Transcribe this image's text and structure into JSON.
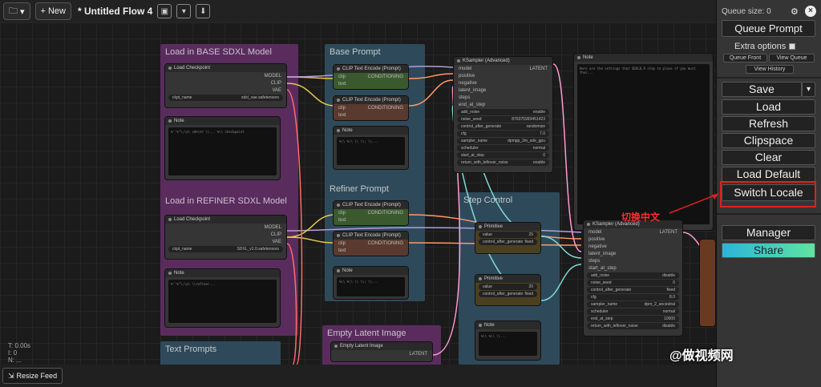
{
  "topbar": {
    "new_label": "New",
    "flow_title": "* Untitled Flow 4"
  },
  "groups": [
    {
      "title": "Load in BASE SDXL Model",
      "color": "#5a2c5e"
    },
    {
      "title": "Base Prompt",
      "color": "#2e4a5a"
    },
    {
      "title": "Load in REFINER SDXL Model",
      "color": "#5a2c5e"
    },
    {
      "title": "Refiner Prompt",
      "color": "#2e4a5a"
    },
    {
      "title": "Step Control",
      "color": "#2e4a5a"
    },
    {
      "title": "Empty Latent Image",
      "color": "#5a2c5e"
    },
    {
      "title": "Text Prompts",
      "color": "#2e4a5a"
    }
  ],
  "nodes": {
    "ckpt1": {
      "title": "Load Checkpoint",
      "outputs": [
        "MODEL",
        "CLIP",
        "VAE"
      ],
      "ckpt_label": "ckpt_name",
      "ckpt_value": "sdxl_vae.safetensors"
    },
    "note1": {
      "title": "Note",
      "text": "%''%\"\\;\\a\\ sd%\\%? \\\\... %\\\\ checkpoint"
    },
    "clip1": {
      "title": "CLIP Text Encode (Prompt)",
      "in": "clip",
      "in2": "text",
      "out": "CONDITIONING"
    },
    "clip2": {
      "title": "CLIP Text Encode (Prompt)",
      "in": "clip",
      "in2": "text",
      "out": "CONDITIONING"
    },
    "note2": {
      "title": "Note",
      "text": "%\\\\ %\\\\ \\\\ \\\\; \\\\..."
    },
    "ksampler1": {
      "title": "KSampler (Advanced)",
      "inputs": [
        "model",
        "positive",
        "negative",
        "latent_image",
        "steps",
        "end_at_step"
      ],
      "out": "LATENT",
      "widgets": [
        [
          "add_noise",
          "enable"
        ],
        [
          "noise_seed",
          "876375993451423"
        ],
        [
          "control_after_generate",
          "randomize"
        ],
        [
          "cfg",
          "7.0"
        ],
        [
          "sampler_name",
          "dpmpp_2m_sde_gpu"
        ],
        [
          "scheduler",
          "normal"
        ],
        [
          "start_at_step",
          "0"
        ],
        [
          "return_with_leftover_noise",
          "enable"
        ]
      ]
    },
    "note3": {
      "title": "Note",
      "text": "Here are the settings that SDXL0.9 step to place if you must thus..."
    },
    "ckpt2": {
      "title": "Load Checkpoint",
      "outputs": [
        "MODEL",
        "CLIP",
        "VAE"
      ],
      "ckpt_label": "ckpt_name",
      "ckpt_value": "SDXL_v1.0.safetensors"
    },
    "note4": {
      "title": "Note",
      "text": "%''%\"\\;\\a\\ \\\\refiner..."
    },
    "clip3": {
      "title": "CLIP Text Encode (Prompt)",
      "in": "clip",
      "in2": "text",
      "out": "CONDITIONING"
    },
    "clip4": {
      "title": "CLIP Text Encode (Prompt)",
      "in": "clip",
      "in2": "text",
      "out": "CONDITIONING"
    },
    "note5": {
      "title": "Note",
      "text": "%\\\\ %\\\\ \\\\ \\\\; \\\\..."
    },
    "prim1": {
      "title": "Primitive",
      "widgets": [
        [
          "value",
          "25"
        ],
        [
          "control_after_generate",
          "fixed"
        ]
      ]
    },
    "prim2": {
      "title": "Primitive",
      "widgets": [
        [
          "value",
          "20"
        ],
        [
          "control_after_generate",
          "fixed"
        ]
      ]
    },
    "note6": {
      "title": "Note",
      "text": "%\\\\ %\\\\ \\\\..."
    },
    "ksampler2": {
      "title": "KSampler (Advanced)",
      "inputs": [
        "model",
        "positive",
        "negative",
        "latent_image",
        "steps",
        "start_at_step"
      ],
      "out": "LATENT",
      "widgets": [
        [
          "add_noise",
          "disable"
        ],
        [
          "noise_seed",
          "0"
        ],
        [
          "control_after_generate",
          "fixed"
        ],
        [
          "cfg",
          "8.0"
        ],
        [
          "sampler_name",
          "dpm_2_ancestral"
        ],
        [
          "scheduler",
          "normal"
        ],
        [
          "end_at_step",
          "10000"
        ],
        [
          "return_with_leftover_noise",
          "disable"
        ]
      ]
    },
    "latent": {
      "title": "Empty Latent Image",
      "out": "LATENT"
    }
  },
  "stats": {
    "t": "T: 0.00s",
    "i": "I: 0",
    "n": "N: ..."
  },
  "bottombar": {
    "resize_label": "Resize Feed"
  },
  "menu": {
    "queue_size": "Queue size: 0",
    "queue_prompt": "Queue Prompt",
    "extra_options": "Extra options",
    "queue_front": "Queue Front",
    "view_queue": "View Queue",
    "view_history": "View History",
    "save": "Save",
    "load": "Load",
    "refresh": "Refresh",
    "clipspace": "Clipspace",
    "clear": "Clear",
    "load_default": "Load Default",
    "switch_locale": "Switch Locale",
    "manager": "Manager",
    "share": "Share"
  },
  "annotation": {
    "text": "切换中文",
    "color": "#e02020"
  },
  "watermark": "@做视频网"
}
